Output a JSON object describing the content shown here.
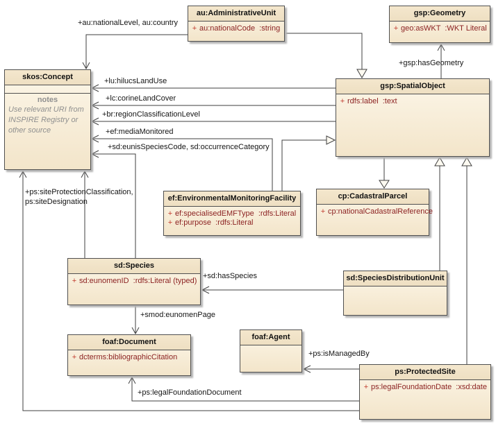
{
  "colors": {
    "box_fill_light": "#fcf6e8",
    "box_fill_dark": "#f3e5ca",
    "box_border": "#4f4f4f",
    "attribute_text": "#8a1f1f",
    "visibility_plus": "#c0392b",
    "note_text": "#8f8f8f",
    "connector": "#3f3f3f",
    "background": "#ffffff"
  },
  "classes": [
    {
      "name": "au:AdministrativeUnit",
      "attrs": [
        {
          "vis": "+",
          "text": "au:nationalCode  :string"
        }
      ]
    },
    {
      "name": "gsp:Geometry",
      "attrs": [
        {
          "vis": "+",
          "text": "geo:asWKT  :WKT Literal"
        }
      ]
    },
    {
      "name": "skos:Concept",
      "attrs": [],
      "notes_title": "notes",
      "notes_body": "Use relevant URI from INSPIRE Registry or other source"
    },
    {
      "name": "gsp:SpatialObject",
      "attrs": [
        {
          "vis": "+",
          "text": "rdfs:label  :text"
        }
      ]
    },
    {
      "name": "ef:EnvironmentalMonitoringFacility",
      "attrs": [
        {
          "vis": "+",
          "text": "ef:specialisedEMFType  :rdfs:Literal"
        },
        {
          "vis": "+",
          "text": "ef:purpose  :rdfs:Literal"
        }
      ]
    },
    {
      "name": "cp:CadastralParcel",
      "attrs": [
        {
          "vis": "+",
          "text": "cp:nationalCadastralReference"
        }
      ]
    },
    {
      "name": "sd:Species",
      "attrs": [
        {
          "vis": "+",
          "text": "sd:eunomenID  :rdfs:Literal (typed)"
        }
      ]
    },
    {
      "name": "sd:SpeciesDistributionUnit",
      "attrs": []
    },
    {
      "name": "foaf:Document",
      "attrs": [
        {
          "vis": "+",
          "text": "dcterms:bibliographicCitation"
        }
      ]
    },
    {
      "name": "foaf:Agent",
      "attrs": []
    },
    {
      "name": "ps:ProtectedSite",
      "attrs": [
        {
          "vis": "+",
          "text": "ps:legalFoundationDate  :xsd:date"
        }
      ]
    }
  ],
  "edge_labels": {
    "au_country": "+au:nationalLevel, au:country",
    "has_geometry": "+gsp:hasGeometry",
    "hilucs": "+lu:hilucsLandUse",
    "corine": "+lc:corineLandCover",
    "region_class": "+br:regionClassificationLevel",
    "media_monitored": "+ef:mediaMonitored",
    "eunis": "+sd:eunisSpeciesCode, sd:occurrenceCategory",
    "site_protection": "+ps:siteProtectionClassification, ps:siteDesignation",
    "has_species": "+sd:hasSpecies",
    "eunomen_page": "+smod:eunomenPage",
    "is_managed_by": "+ps:isManagedBy",
    "legal_foundation": "+ps:legalFoundationDocument"
  }
}
